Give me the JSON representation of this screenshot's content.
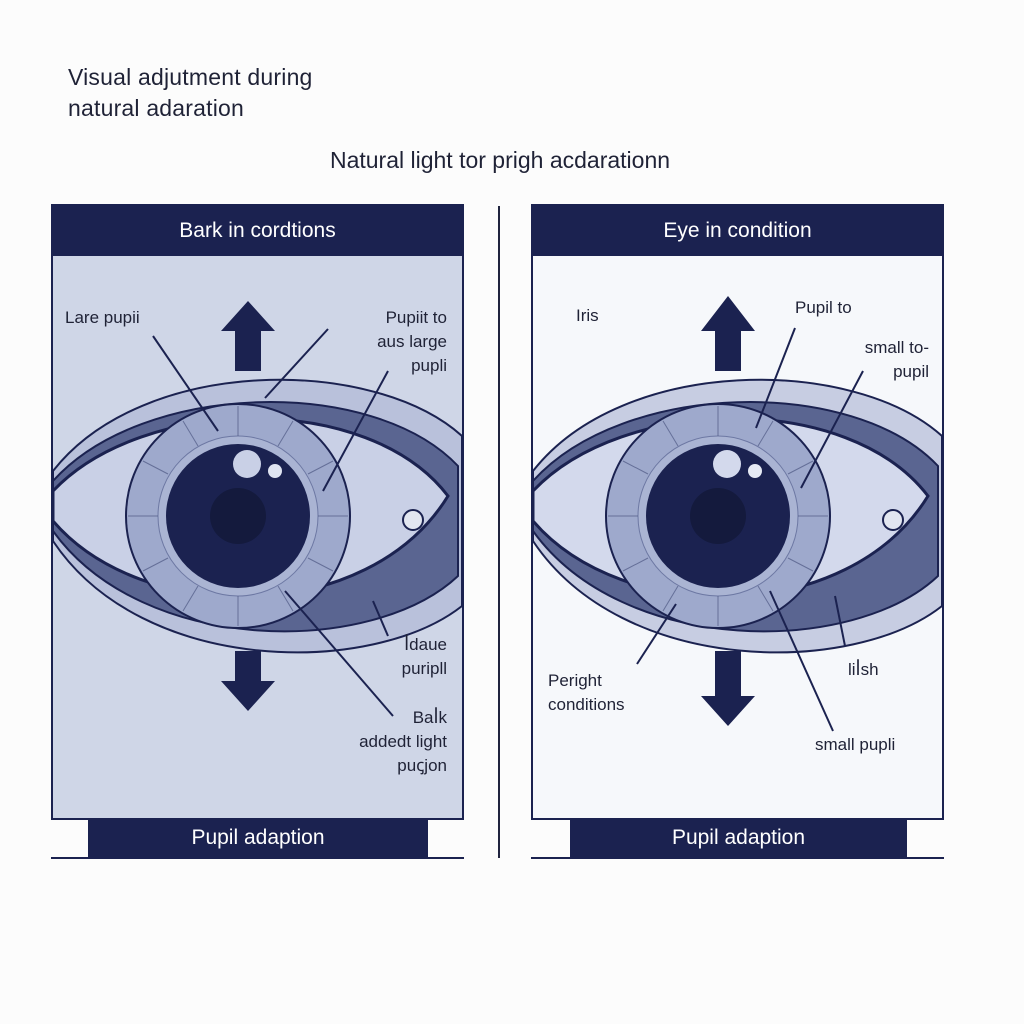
{
  "title": "Visual adjutment during\nnatural adaration",
  "subtitle": "Natural light tor prigh acdarationn",
  "colors": {
    "navy": "#1b2250",
    "left_panel_bg": "#cfd6e7",
    "right_panel_bg": "#f6f8fb",
    "iris": "#9ea9cc",
    "sclera": "#c9d0e6"
  },
  "panels": [
    {
      "header": "Bark in cordtions",
      "footer": "Pupil adaption",
      "labels": {
        "top_left": "Lare pupii",
        "top_right": "Pupiit to\naus large\npupli",
        "mid_right": "ꟾdaue\npuripll",
        "bottom_right": "Baꟾk\naddedt light\npuꞔjon"
      },
      "arrows": [
        "up-arrow",
        "down-arrow"
      ]
    },
    {
      "header": "Eye in condition",
      "footer": "Pupil adaption",
      "labels": {
        "top_left": "Iris",
        "top_right": "Pupil to",
        "top_right_2": "small to-\npupil",
        "bottom_left": "Peright\nconditions",
        "mid_right": "liꟾsh",
        "bottom_right": "small pupli"
      },
      "arrows": [
        "up-arrow",
        "down-arrow"
      ]
    }
  ]
}
